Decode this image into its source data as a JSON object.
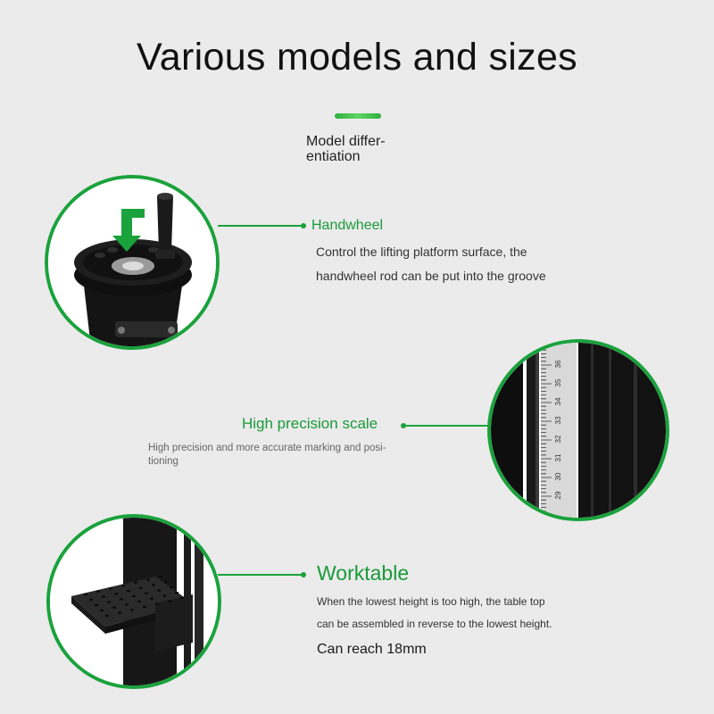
{
  "header": {
    "title": "Various models and sizes",
    "subtitle_line1": "Model differ-",
    "subtitle_line2": "entiation"
  },
  "features": [
    {
      "title": "Handwheel",
      "desc_line1": "Control the lifting platform surface, the",
      "desc_line2": "handwheel rod can be put into the groove",
      "icon": "handwheel-icon"
    },
    {
      "title": "High precision scale",
      "desc_line1": "High precision and more accurate marking and posi-",
      "desc_line2": "tioning",
      "scale_numbers": [
        "36",
        "35",
        "34",
        "33",
        "32",
        "31",
        "30",
        "29"
      ],
      "icon": "ruler-scale-icon"
    },
    {
      "title": "Worktable",
      "desc_line1": "When the lowest height is too high, the table top",
      "desc_line2": "can be assembled in reverse to the lowest height.",
      "desc_line3": "Can reach 18mm",
      "icon": "worktable-icon"
    }
  ],
  "colors": {
    "accent": "#1aa23c",
    "background": "#ebebeb"
  }
}
